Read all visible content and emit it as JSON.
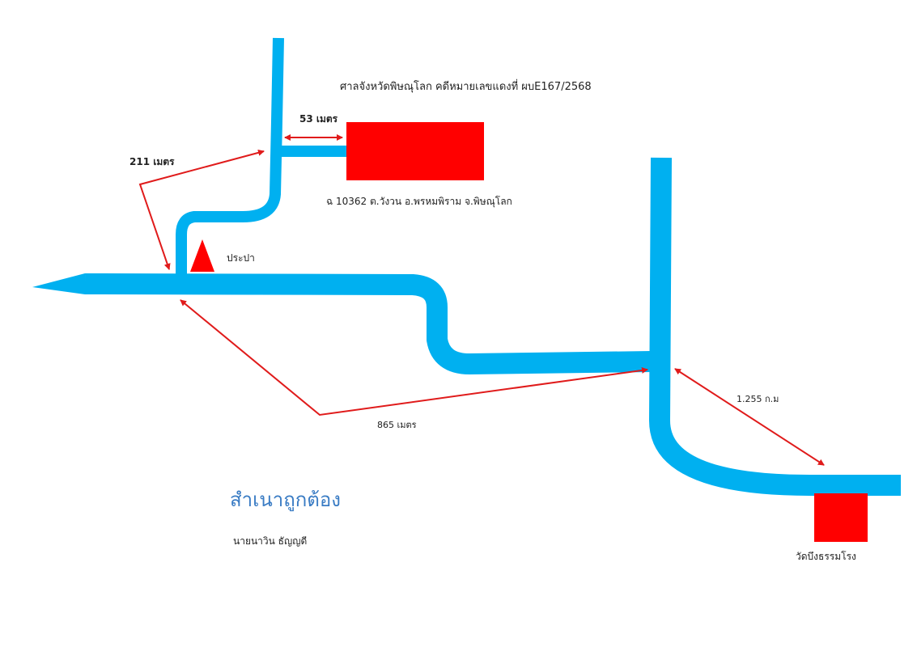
{
  "map": {
    "court_case": "ศาลจังหวัดพิษณุโลก คดีหมายเลขแดงที่ ผบE167/2568",
    "deed_location": "ฉ 10362 ต.วังวน อ.พรหมพิราม จ.พิษณุโลก",
    "distance_53": "53 เมตร",
    "distance_211": "211 เมตร",
    "water_supply_label": "ประปา",
    "distance_865": "865 เมตร",
    "distance_1255": "1.255 ก.ม",
    "temple_label": "วัดบึงธรรมโรง",
    "certified_label": "สำเนาถูกต้อง",
    "signer_name": "นายนาวิน ธัญญดี"
  },
  "colors": {
    "road": "#00b0f0",
    "plot": "#ff0000",
    "arrow": "#e01b1b",
    "certified_text": "#3a7cc4"
  }
}
